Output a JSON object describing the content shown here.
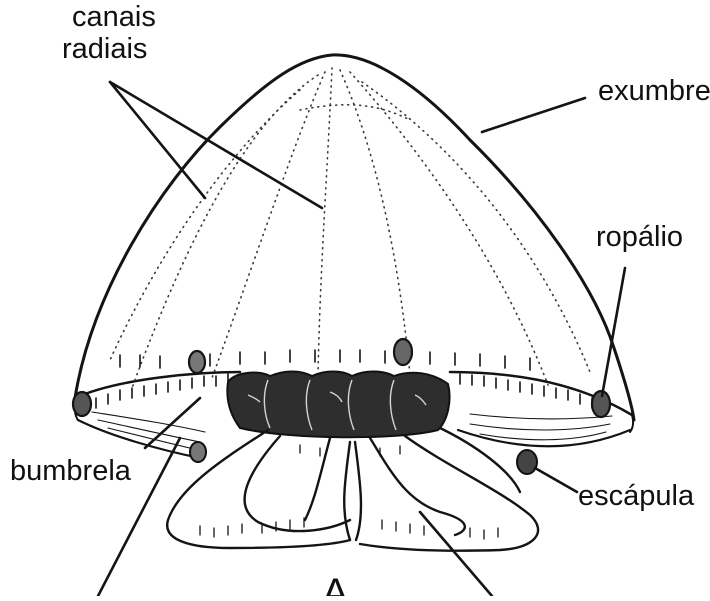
{
  "labels": {
    "canais_line1": "canais",
    "canais_line2": "radiais",
    "exumbrela": "exumbre",
    "ropalio": "ropálio",
    "subumbrela": "bumbrela",
    "escapula": "escápula",
    "figure_letter": "A"
  }
}
